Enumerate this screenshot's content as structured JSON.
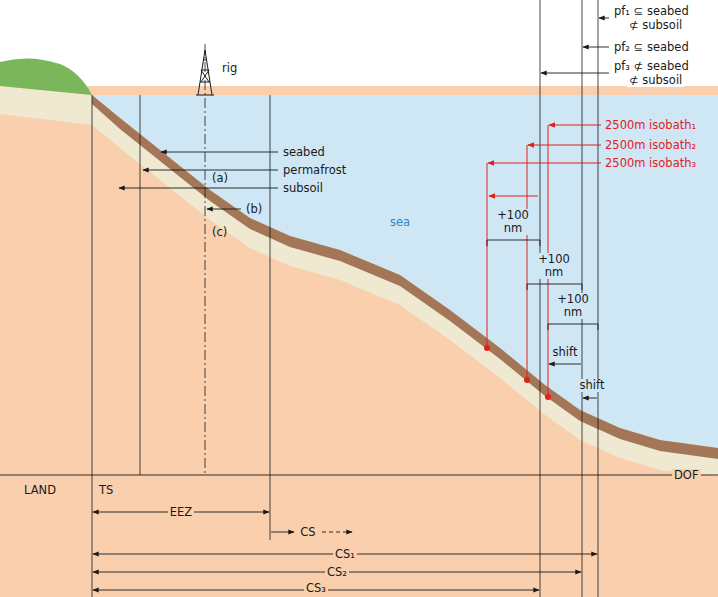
{
  "diagram": {
    "labels": [
      "pf₁ ⊆ seabed",
      "⊄ subsoil",
      "pf₂ ⊆ seabed",
      "pf₃ ⊄ seabed",
      "⊄ subsoil",
      "rig",
      "2500m isobath₁",
      "2500m isobath₂",
      "2500m isobath₃",
      "seabed",
      "permafrost",
      "subsoil",
      "(a)",
      "(b)",
      "sea",
      "(c)",
      "+100 nm",
      "+100 nm",
      "+100 nm",
      "shift",
      "shift",
      "LAND",
      "TS",
      "DOF",
      "EEZ",
      "CS",
      "CS₁",
      "CS₂",
      "CS₃"
    ]
  }
}
